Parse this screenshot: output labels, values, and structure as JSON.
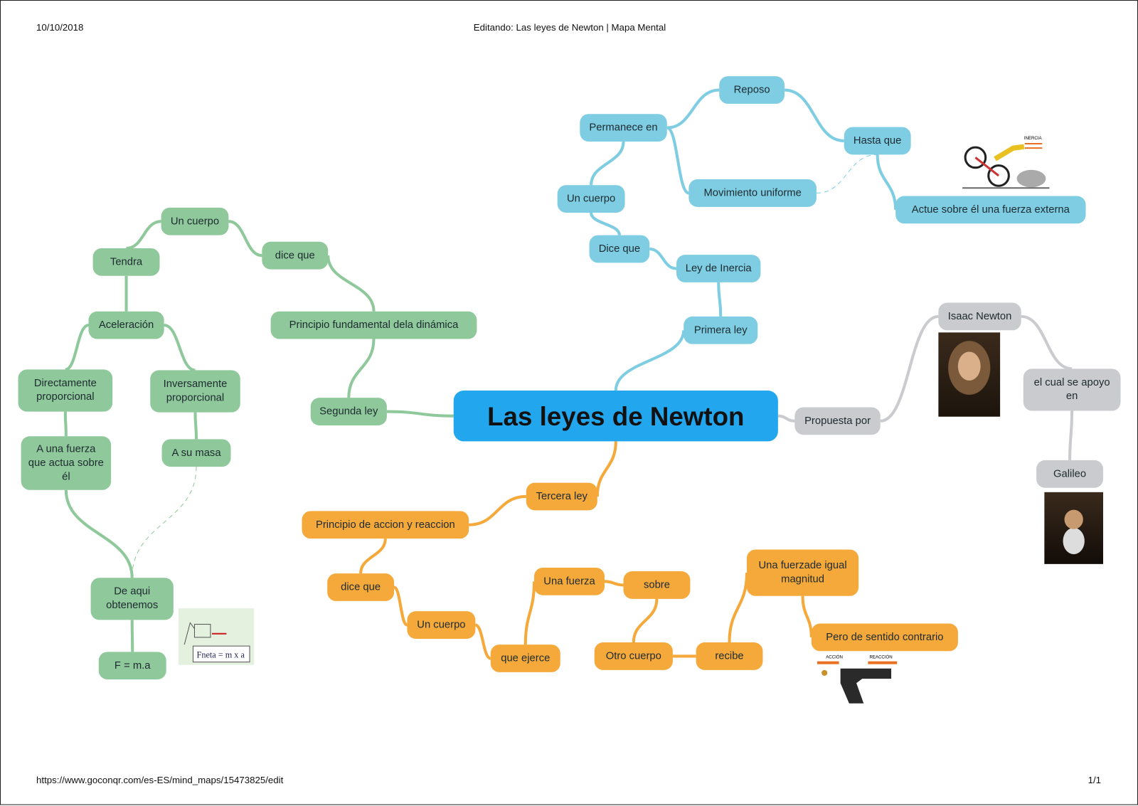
{
  "header": {
    "date": "10/10/2018",
    "title": "Editando: Las leyes de Newton | Mapa Mental"
  },
  "footer": {
    "url": "https://www.goconqr.com/es-ES/mind_maps/15473825/edit",
    "page": "1/1"
  },
  "colors": {
    "central": "#22a7ee",
    "primera": "#7ecde2",
    "segunda": "#8fc99b",
    "tercera": "#f5a93a",
    "propuesta": "#c9cbce"
  },
  "central": "Las leyes de Newton",
  "primera": {
    "primera_ley": "Primera ley",
    "ley_inercia": "Ley de Inercia",
    "dice_que": "Dice que",
    "un_cuerpo": "Un cuerpo",
    "permanece": "Permanece en",
    "reposo": "Reposo",
    "movimiento": "Movimiento uniforme",
    "hasta_que": "Hasta que",
    "actue": "Actue sobre él una fuerza externa",
    "image_label": "INERCIA"
  },
  "segunda": {
    "segunda_ley": "Segunda ley",
    "principio": "Principio fundamental dela dinámica",
    "dice_que": "dice que",
    "un_cuerpo": "Un cuerpo",
    "tendra": "Tendra",
    "aceleracion": "Aceleración",
    "directamente": "Directamente proporcional",
    "inversamente": "Inversamente proporcional",
    "a_una_fuerza": "A una fuerza que actua sobre él",
    "a_su_masa": "A su masa",
    "de_aqui": "De aqui obtenemos",
    "formula": "F = m.a",
    "image_formula": "Fneta = m x a"
  },
  "tercera": {
    "tercera_ley": "Tercera ley",
    "principio": "Principio de accion y reaccion",
    "dice_que": "dice que",
    "un_cuerpo": "Un cuerpo",
    "que_ejerce": "que ejerce",
    "una_fuerza": "Una fuerza",
    "sobre": "sobre",
    "otro_cuerpo": "Otro cuerpo",
    "recibe": "recibe",
    "igual_magnitud": "Una fuerzade igual magnitud",
    "sentido_contrario": "Pero de sentido contrario",
    "image_accion": "ACCIÓN",
    "image_reaccion": "REACCIÓN"
  },
  "propuesta": {
    "propuesta_por": "Propuesta por",
    "isaac": "Isaac Newton",
    "el_cual": "el cual se apoyo en",
    "galileo": "Galileo"
  }
}
